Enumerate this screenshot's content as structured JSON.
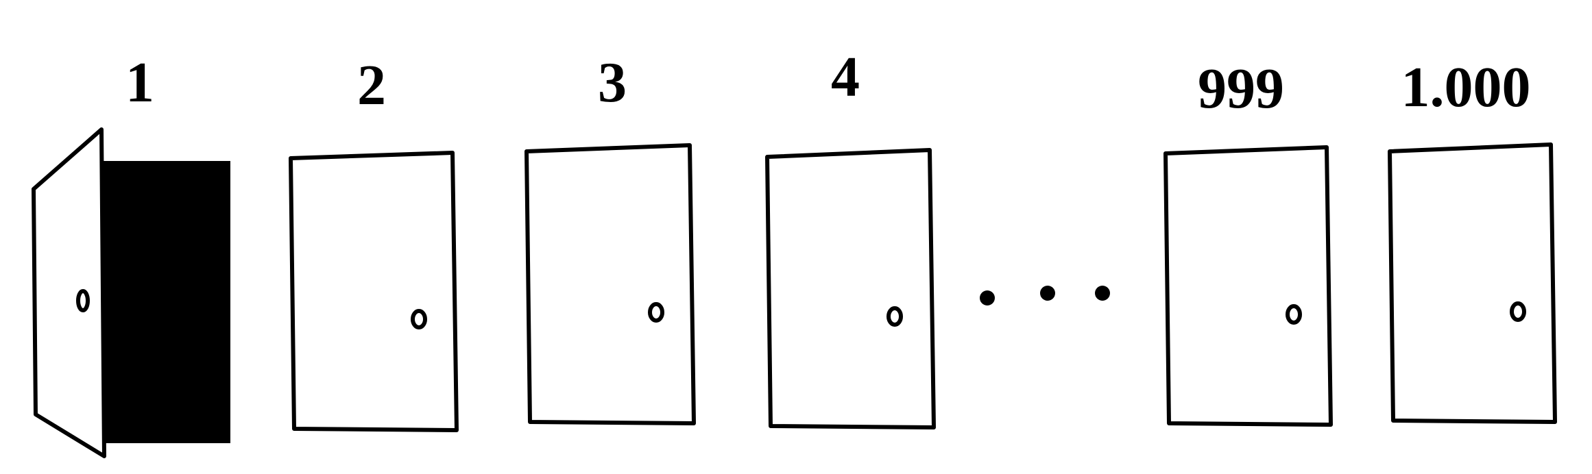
{
  "diagram": {
    "doors": [
      {
        "label": "1",
        "state": "open"
      },
      {
        "label": "2",
        "state": "closed"
      },
      {
        "label": "3",
        "state": "closed"
      },
      {
        "label": "4",
        "state": "closed"
      },
      {
        "label": "999",
        "state": "closed"
      },
      {
        "label": "1.000",
        "state": "closed"
      }
    ],
    "ellipsis_dot_count": 3,
    "colors": {
      "background": "#ffffff",
      "ink": "#000000"
    }
  }
}
